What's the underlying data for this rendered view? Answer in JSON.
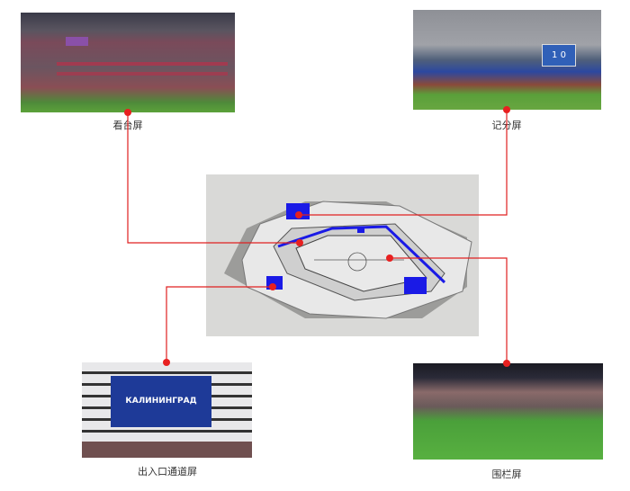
{
  "diagram": {
    "title": "",
    "center_model": {
      "label": "stadium-3d-model",
      "background": "#d9d9d7",
      "screen_color": "#1a1ae6"
    },
    "connector_color": "#e02020",
    "nodes": [
      {
        "id": "stand-screen",
        "caption": "看台屏",
        "photo": "stadium crowd stands at night"
      },
      {
        "id": "score-screen",
        "caption": "记分屏",
        "photo": "stadium with scoreboard showing 1 0"
      },
      {
        "id": "entrance-screen",
        "caption": "出入口通道屏",
        "photo": "entrance LED screen showing КАЛИНИНГРАД"
      },
      {
        "id": "fence-screen",
        "caption": "围栏屏",
        "photo": "stadium pitch with perimeter LED boards"
      }
    ],
    "score_display": "1 0",
    "entrance_display_text": "КАЛИНИНГРАД"
  }
}
